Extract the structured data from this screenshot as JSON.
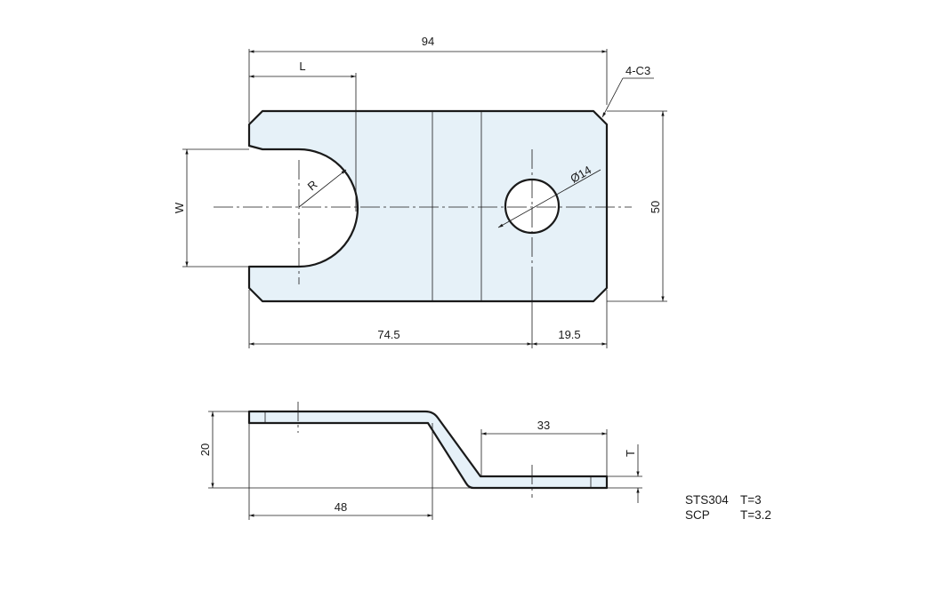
{
  "top_view": {
    "dim_overall_length": "94",
    "dim_slot_length": "L",
    "dim_chamfer": "4-C3",
    "dim_slot_width": "W",
    "dim_slot_radius": "R",
    "dim_hole": "Ø14",
    "dim_height": "50",
    "dim_hole_position": "74.5",
    "dim_hole_to_edge": "19.5"
  },
  "side_view": {
    "dim_rise": "20",
    "dim_upper_length": "48",
    "dim_lower_length": "33",
    "dim_thickness": "T"
  },
  "material_table": [
    {
      "material": "STS304",
      "thickness": "T=3"
    },
    {
      "material": "SCP",
      "thickness": "T=3.2"
    }
  ]
}
